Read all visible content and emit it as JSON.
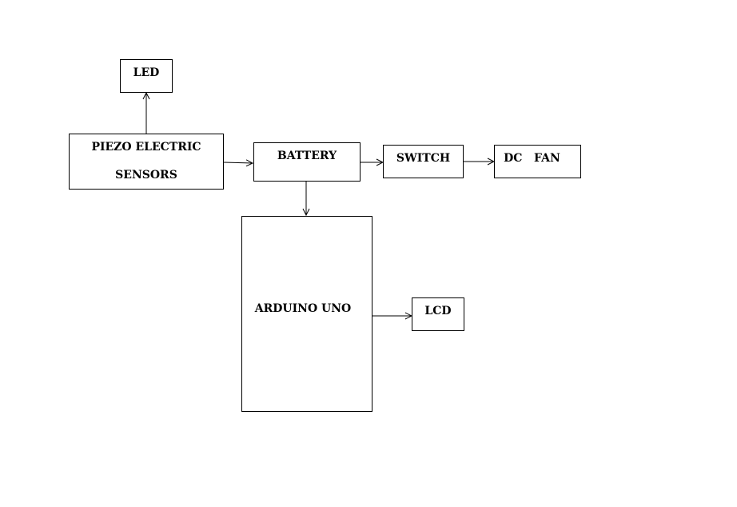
{
  "diagram": {
    "blocks": {
      "led": "LED",
      "piezo_line1": "PIEZO ELECTRIC",
      "piezo_line2": "SENSORS",
      "battery": "BATTERY",
      "switch": "SWITCH",
      "dc_fan": "DC   FAN",
      "arduino": "ARDUINO UNO",
      "lcd": "LCD"
    },
    "connections": [
      {
        "from": "piezo",
        "to": "led"
      },
      {
        "from": "piezo",
        "to": "battery"
      },
      {
        "from": "battery",
        "to": "switch"
      },
      {
        "from": "switch",
        "to": "dc_fan"
      },
      {
        "from": "battery",
        "to": "arduino"
      },
      {
        "from": "arduino",
        "to": "lcd"
      }
    ]
  }
}
